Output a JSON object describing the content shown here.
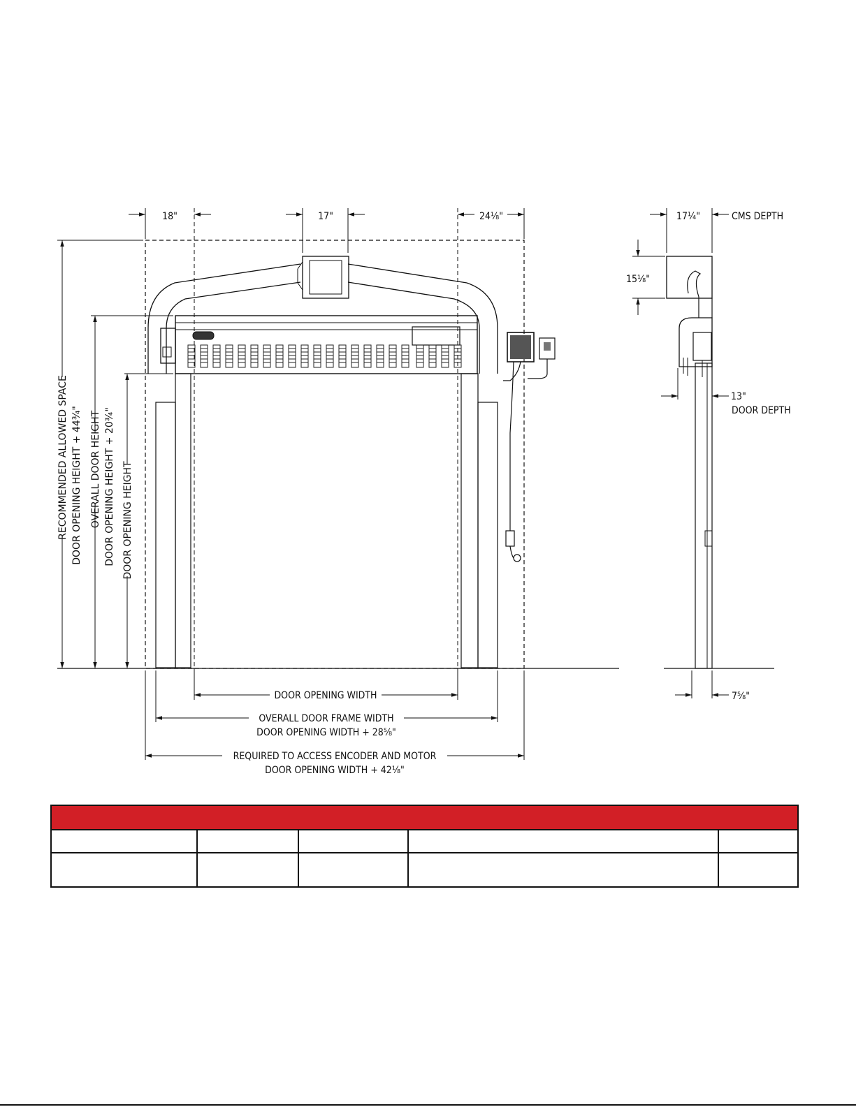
{
  "front_view": {
    "dim_top_left": "18\"",
    "dim_top_middle": "17\"",
    "dim_top_right": "24⅛\"",
    "vertical_labels": {
      "recommended_allowed_space": "RECOMMENDED ALLOWED SPACE",
      "recommended_formula": "DOOR OPENING HEIGHT + 44¾\"",
      "overall_door_height": "OVERALL DOOR HEIGHT",
      "overall_formula": "DOOR OPENING HEIGHT + 20¾\"",
      "door_opening_height": "DOOR OPENING HEIGHT"
    },
    "horizontal_labels": {
      "door_opening_width": "DOOR OPENING WIDTH",
      "overall_frame_width": "OVERALL DOOR FRAME WIDTH",
      "overall_frame_formula": "DOOR OPENING WIDTH + 28⅝\"",
      "access_encoder_motor": "REQUIRED TO ACCESS ENCODER AND MOTOR",
      "access_formula": "DOOR OPENING WIDTH + 42⅛\""
    }
  },
  "side_view": {
    "cms_width": "17¼\"",
    "cms_depth_label": "CMS DEPTH",
    "cms_height": "15⅛\"",
    "door_depth_value": "13\"",
    "door_depth_label": "DOOR DEPTH",
    "bottom_dim": "7⅝\""
  },
  "colors": {
    "table_header": "#d21f26",
    "line": "#111111"
  },
  "table": {
    "header": "",
    "columns": 5,
    "rows": [
      [
        "",
        "",
        "",
        "",
        ""
      ],
      [
        "",
        "",
        "",
        "",
        ""
      ]
    ]
  }
}
